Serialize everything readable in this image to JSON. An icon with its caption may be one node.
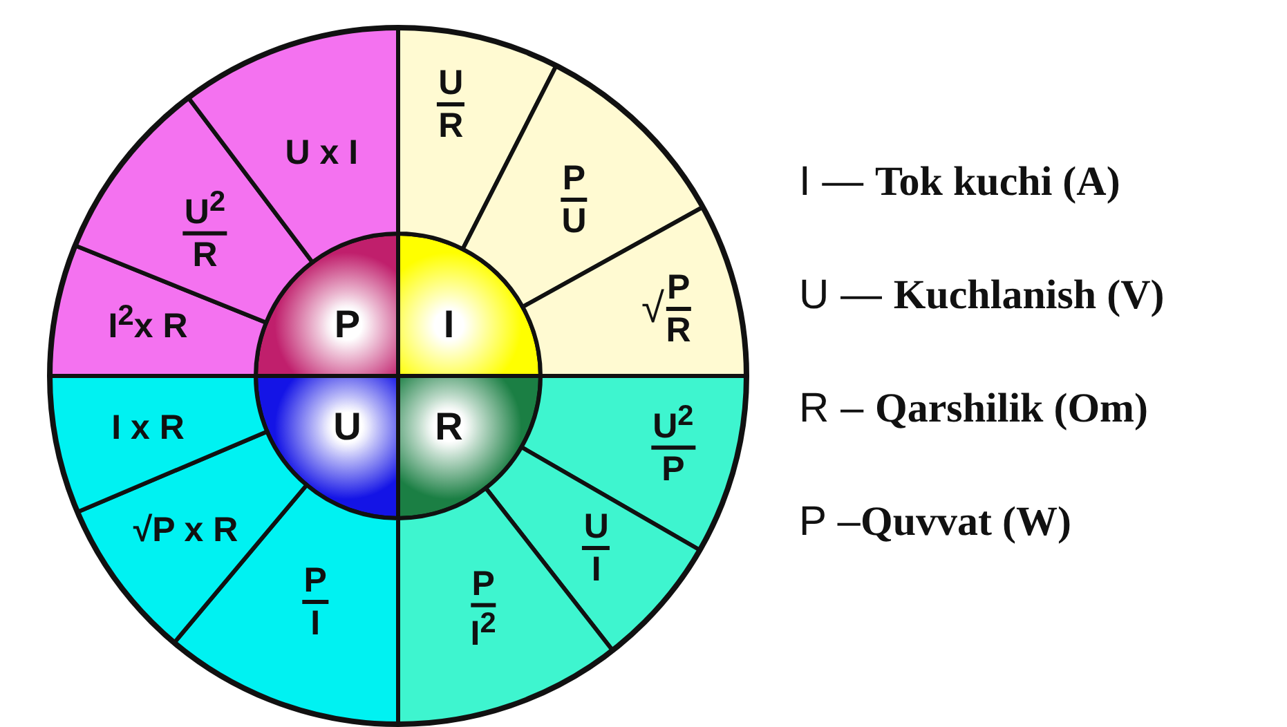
{
  "diagram": {
    "nodes": [
      {
        "text": [
          "P"
        ]
      },
      {
        "text": [
          "I"
        ]
      },
      {
        "text": [
          "U"
        ]
      },
      {
        "text": [
          "R"
        ]
      },
      {
        "text": [
          "U",
          "R"
        ]
      },
      {
        "text": [
          "P",
          "U"
        ]
      },
      {
        "text": [
          "√",
          "P",
          "R"
        ]
      },
      {
        "text": [
          "U$^{2}$",
          "P"
        ]
      },
      {
        "text": [
          "U",
          "I"
        ]
      },
      {
        "text": [
          "P",
          "I$^{2}$"
        ]
      },
      {
        "text": [
          "P",
          "I"
        ]
      },
      {
        "text": [
          "√P x R"
        ]
      },
      {
        "text": [
          "I x R"
        ]
      },
      {
        "text": [
          "I$^{2}$x R"
        ]
      },
      {
        "text": [
          "U$^{2}$",
          "R"
        ]
      },
      {
        "text": [
          "U x I"
        ]
      }
    ],
    "labels": [
      "I — **Tok kuchi (A)**",
      "U — **Kuchlanish (V)**",
      "R – **Qarshilik (Om)**",
      "P –**Quvvat (W)**"
    ]
  }
}
